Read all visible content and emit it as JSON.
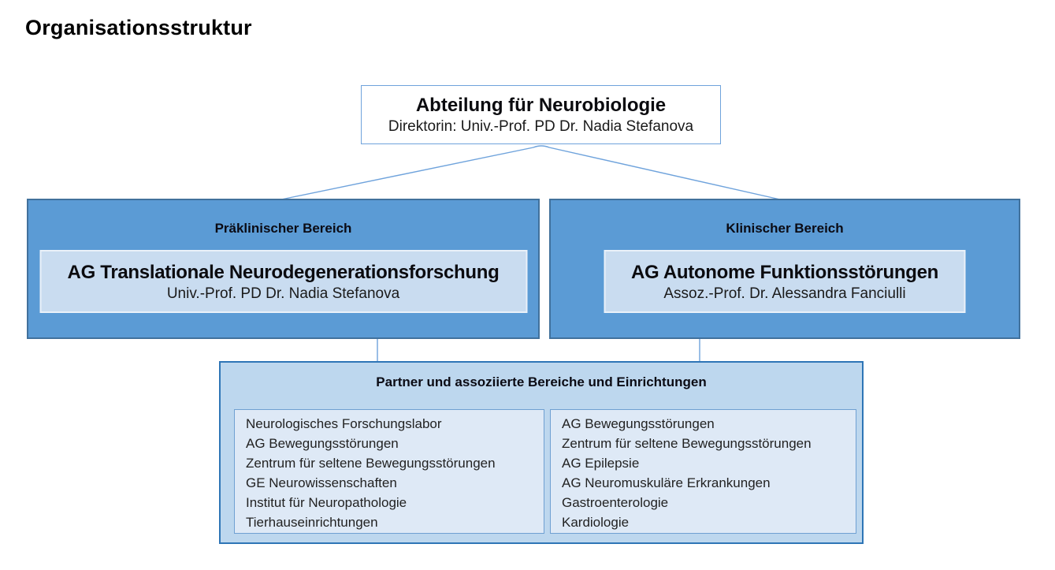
{
  "page_title": "Organisationsstruktur",
  "root_box": {
    "title": "Abteilung für Neurobiologie",
    "subtitle": "Direktorin: Univ.-Prof. PD Dr. Nadia Stefanova"
  },
  "branches": [
    {
      "header": "Präklinischer Bereich",
      "group": "AG Translationale Neurodegenerationsforschung",
      "lead": "Univ.-Prof. PD Dr. Nadia Stefanova"
    },
    {
      "header": "Klinischer Bereich",
      "group": "AG Autonome Funktionsstörungen",
      "lead": "Assoz.-Prof. Dr. Alessandra Fanciulli"
    }
  ],
  "partners": {
    "header": "Partner und assoziierte Bereiche und Einrichtungen",
    "left_list": [
      "Neurologisches Forschungslabor",
      "AG Bewegungsstörungen",
      "Zentrum für seltene Bewegungsstörungen",
      "GE Neurowissenschaften",
      "Institut für Neuropathologie",
      "Tierhauseinrichtungen"
    ],
    "right_list": [
      "AG Bewegungsstörungen",
      "Zentrum für seltene Bewegungsstörungen",
      "AG Epilepsie",
      "AG Neuromuskuläre Erkrankungen",
      "Gastroenterologie",
      "Kardiologie"
    ]
  },
  "colors": {
    "branch_fill": "#5B9BD5",
    "branch_border": "#41719C",
    "branch_inner_fill": "#C9DCF0",
    "partner_fill": "#BDD7EE",
    "partner_border": "#2E75B6",
    "list_fill": "#DEE9F6",
    "connector_line": "#6FA3DC"
  }
}
